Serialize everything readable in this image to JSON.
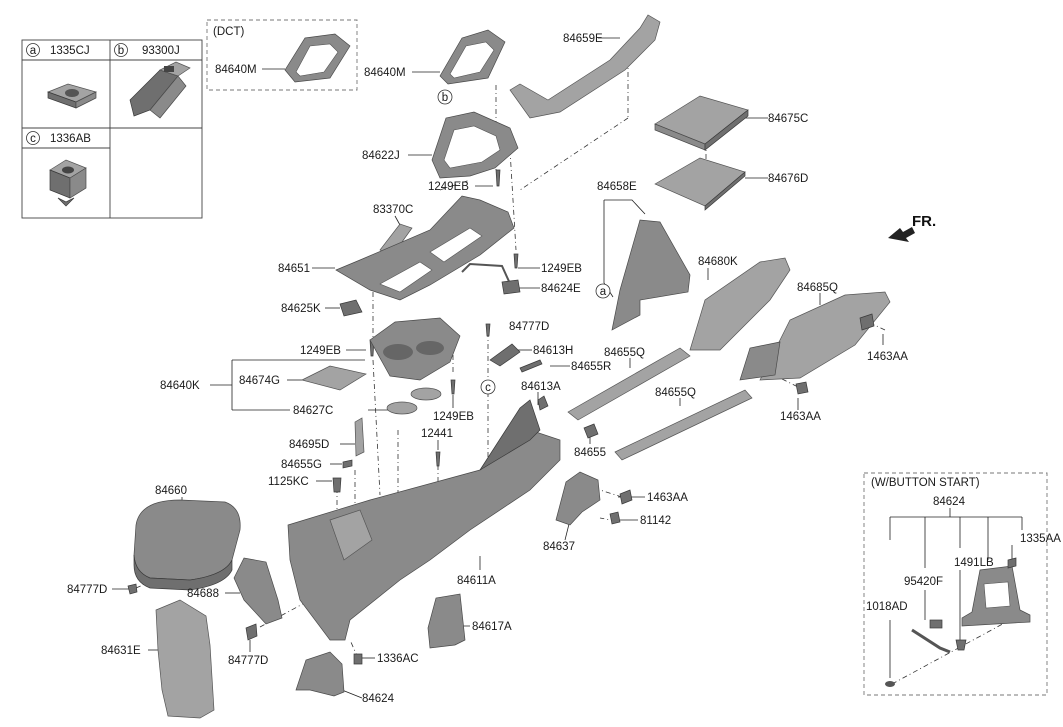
{
  "legend": {
    "a": {
      "letter": "a",
      "code": "1335CJ"
    },
    "b": {
      "letter": "b",
      "code": "93300J"
    },
    "c": {
      "letter": "c",
      "code": "1336AB"
    }
  },
  "dct": {
    "title": "(DCT)",
    "part": "84640M"
  },
  "button_start": {
    "title": "(W/BUTTON START)"
  },
  "fr_label": "FR.",
  "callouts": {
    "b": "b",
    "a": "a",
    "c": "c"
  },
  "labels": {
    "p84640M": "84640M",
    "p84659E": "84659E",
    "p84622J": "84622J",
    "p84675C": "84675C",
    "p1249EB_a": "1249EB",
    "p84658E": "84658E",
    "p84676D": "84676D",
    "p83370C": "83370C",
    "p84651": "84651",
    "p1249EB_b": "1249EB",
    "p84680K": "84680K",
    "p84624E": "84624E",
    "p84685Q": "84685Q",
    "p84625K": "84625K",
    "p84777D_a": "84777D",
    "p1249EB_c": "1249EB",
    "p84613H": "84613H",
    "p84655Q_a": "84655Q",
    "p1463AA_a": "1463AA",
    "p84655R": "84655R",
    "p84640K": "84640K",
    "p84674G": "84674G",
    "p84613A": "84613A",
    "p84655Q_b": "84655Q",
    "p1463AA_b": "1463AA",
    "p84627C": "84627C",
    "p1249EB_d": "1249EB",
    "p12441": "12441",
    "p84695D": "84695D",
    "p84655": "84655",
    "p84655G": "84655G",
    "p1125KC": "1125KC",
    "p1463AA_c": "1463AA",
    "p84660": "84660",
    "p81142": "81142",
    "p84637": "84637",
    "p84611A": "84611A",
    "p84777D_b": "84777D",
    "p84688": "84688",
    "p84617A": "84617A",
    "p84631E": "84631E",
    "p84777D_c": "84777D",
    "p1336AC": "1336AC",
    "p84624": "84624",
    "bs_84624": "84624",
    "bs_1335AA": "1335AA",
    "bs_1491LB": "1491LB",
    "bs_95420F": "95420F",
    "bs_1018AD": "1018AD"
  }
}
